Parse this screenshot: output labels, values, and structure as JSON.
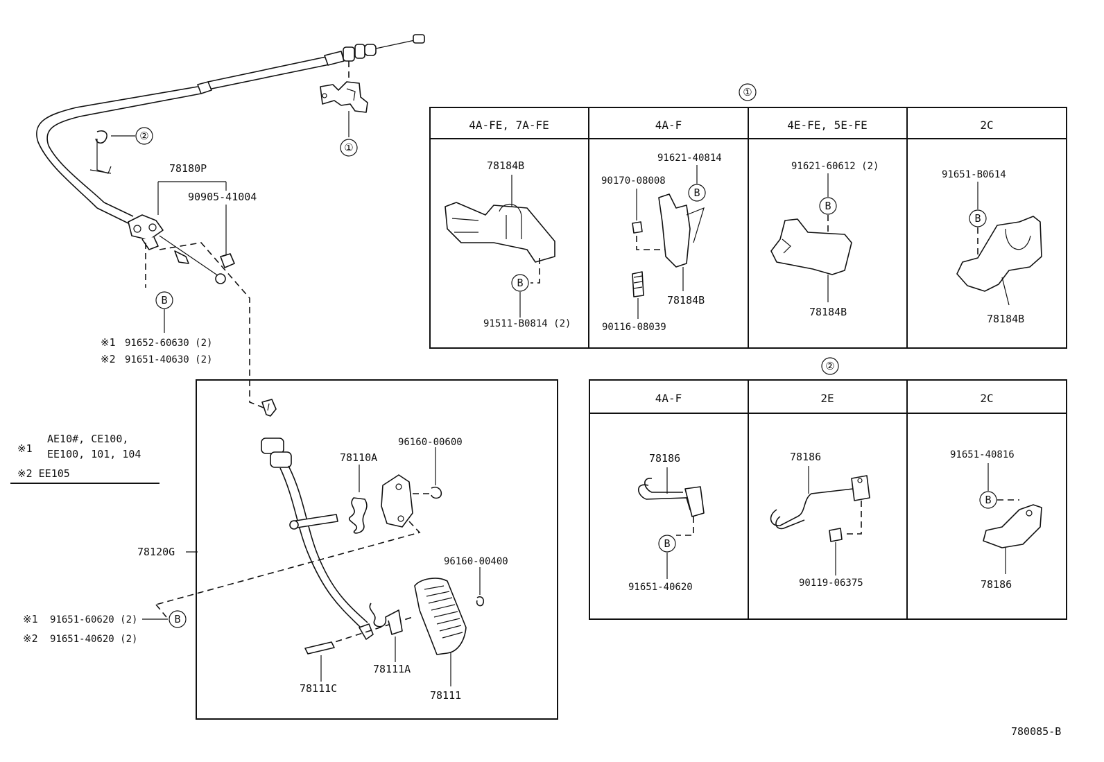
{
  "parts": {
    "top_left": {
      "callout_1": "①",
      "callout_2": "②",
      "p78180P": "78180P",
      "p90905": "90905-41004",
      "callout_b": "B",
      "note1_mark": "※1",
      "note1_part": "91652-60630 (2)",
      "note2_mark": "※2",
      "note2_part": "91651-40630 (2)"
    },
    "legend": {
      "line1_mark": "※1",
      "line1_a": "AE10#, CE100,",
      "line1_b": "EE100, 101, 104",
      "line2": "※2 EE105"
    },
    "pedal": {
      "p78120G": "78120G",
      "p78110A": "78110A",
      "p96160_600": "96160-00600",
      "p96160_400": "96160-00400",
      "p78111A": "78111A",
      "p78111C": "78111C",
      "p78111": "78111",
      "mark1": "※1",
      "part1": "91651-60620 (2)",
      "mark2": "※2",
      "part2": "91651-40620 (2)",
      "callout_b": "B"
    },
    "table1": {
      "callout": "①",
      "headers": [
        "4A-FE, 7A-FE",
        "4A-F",
        "4E-FE, 5E-FE",
        "2C"
      ],
      "c1": {
        "top": "78184B",
        "bottom": "91511-B0814 (2)",
        "b": "B"
      },
      "c2": {
        "a": "91621-40814",
        "b_label": "B",
        "c": "90170-08008",
        "d": "78184B",
        "e": "90116-08039"
      },
      "c3": {
        "top": "91621-60612 (2)",
        "b": "B",
        "bottom": "78184B"
      },
      "c4": {
        "top": "91651-B0614",
        "b": "B",
        "bottom": "78184B"
      }
    },
    "table2": {
      "callout": "②",
      "headers": [
        "4A-F",
        "2E",
        "2C"
      ],
      "c1": {
        "top": "78186",
        "b": "B",
        "bottom": "91651-40620"
      },
      "c2": {
        "top": "78186",
        "bottom": "90119-06375"
      },
      "c3": {
        "top": "91651-40816",
        "b": "B",
        "bottom": "78186"
      }
    },
    "footer": "780085-B"
  }
}
